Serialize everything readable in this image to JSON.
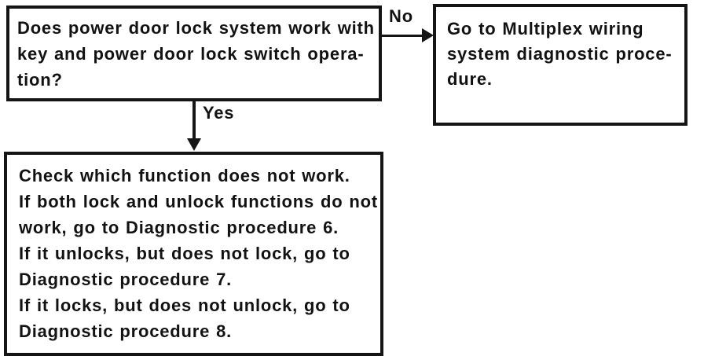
{
  "colors": {
    "background": "#ffffff",
    "ink": "#151515"
  },
  "flowchart": {
    "question_box": {
      "lines": [
        "Does power door lock system work with",
        "key and power door lock switch opera-",
        "tion?"
      ]
    },
    "no_branch": {
      "label": "No",
      "target_box": {
        "lines": [
          "Go to Multiplex wiring",
          "system diagnostic proce-",
          "dure."
        ]
      }
    },
    "yes_branch": {
      "label": "Yes",
      "target_box": {
        "lines": [
          "Check which function does not work.",
          "If both lock and unlock functions do not",
          "work, go to Diagnostic procedure 6.",
          "If it unlocks, but does not lock, go to",
          "Diagnostic procedure 7.",
          "If it locks, but does not unlock, go to",
          "Diagnostic procedure 8."
        ]
      }
    }
  }
}
